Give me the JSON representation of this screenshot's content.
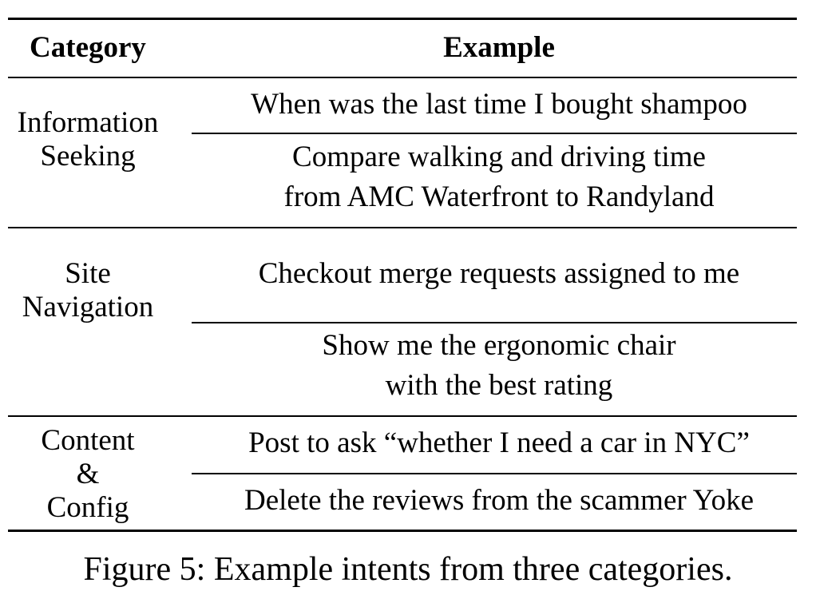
{
  "table": {
    "headers": {
      "category": "Category",
      "example": "Example"
    },
    "groups": [
      {
        "category_lines": [
          "Information",
          "Seeking"
        ],
        "examples": [
          [
            "When was the last time I bought shampoo"
          ],
          [
            "Compare walking and driving time",
            "from AMC Waterfront to Randyland"
          ]
        ]
      },
      {
        "category_lines": [
          "Site",
          "Navigation"
        ],
        "examples": [
          [
            "Checkout merge requests assigned to me"
          ],
          [
            "Show me the ergonomic chair",
            "with the best rating"
          ]
        ]
      },
      {
        "category_lines": [
          "Content",
          "&",
          "Config"
        ],
        "examples": [
          [
            "Post to ask “whether I need a car in NYC”"
          ],
          [
            "Delete the reviews from the scammer Yoke"
          ]
        ]
      }
    ]
  },
  "caption": "Figure 5: Example intents from three categories."
}
